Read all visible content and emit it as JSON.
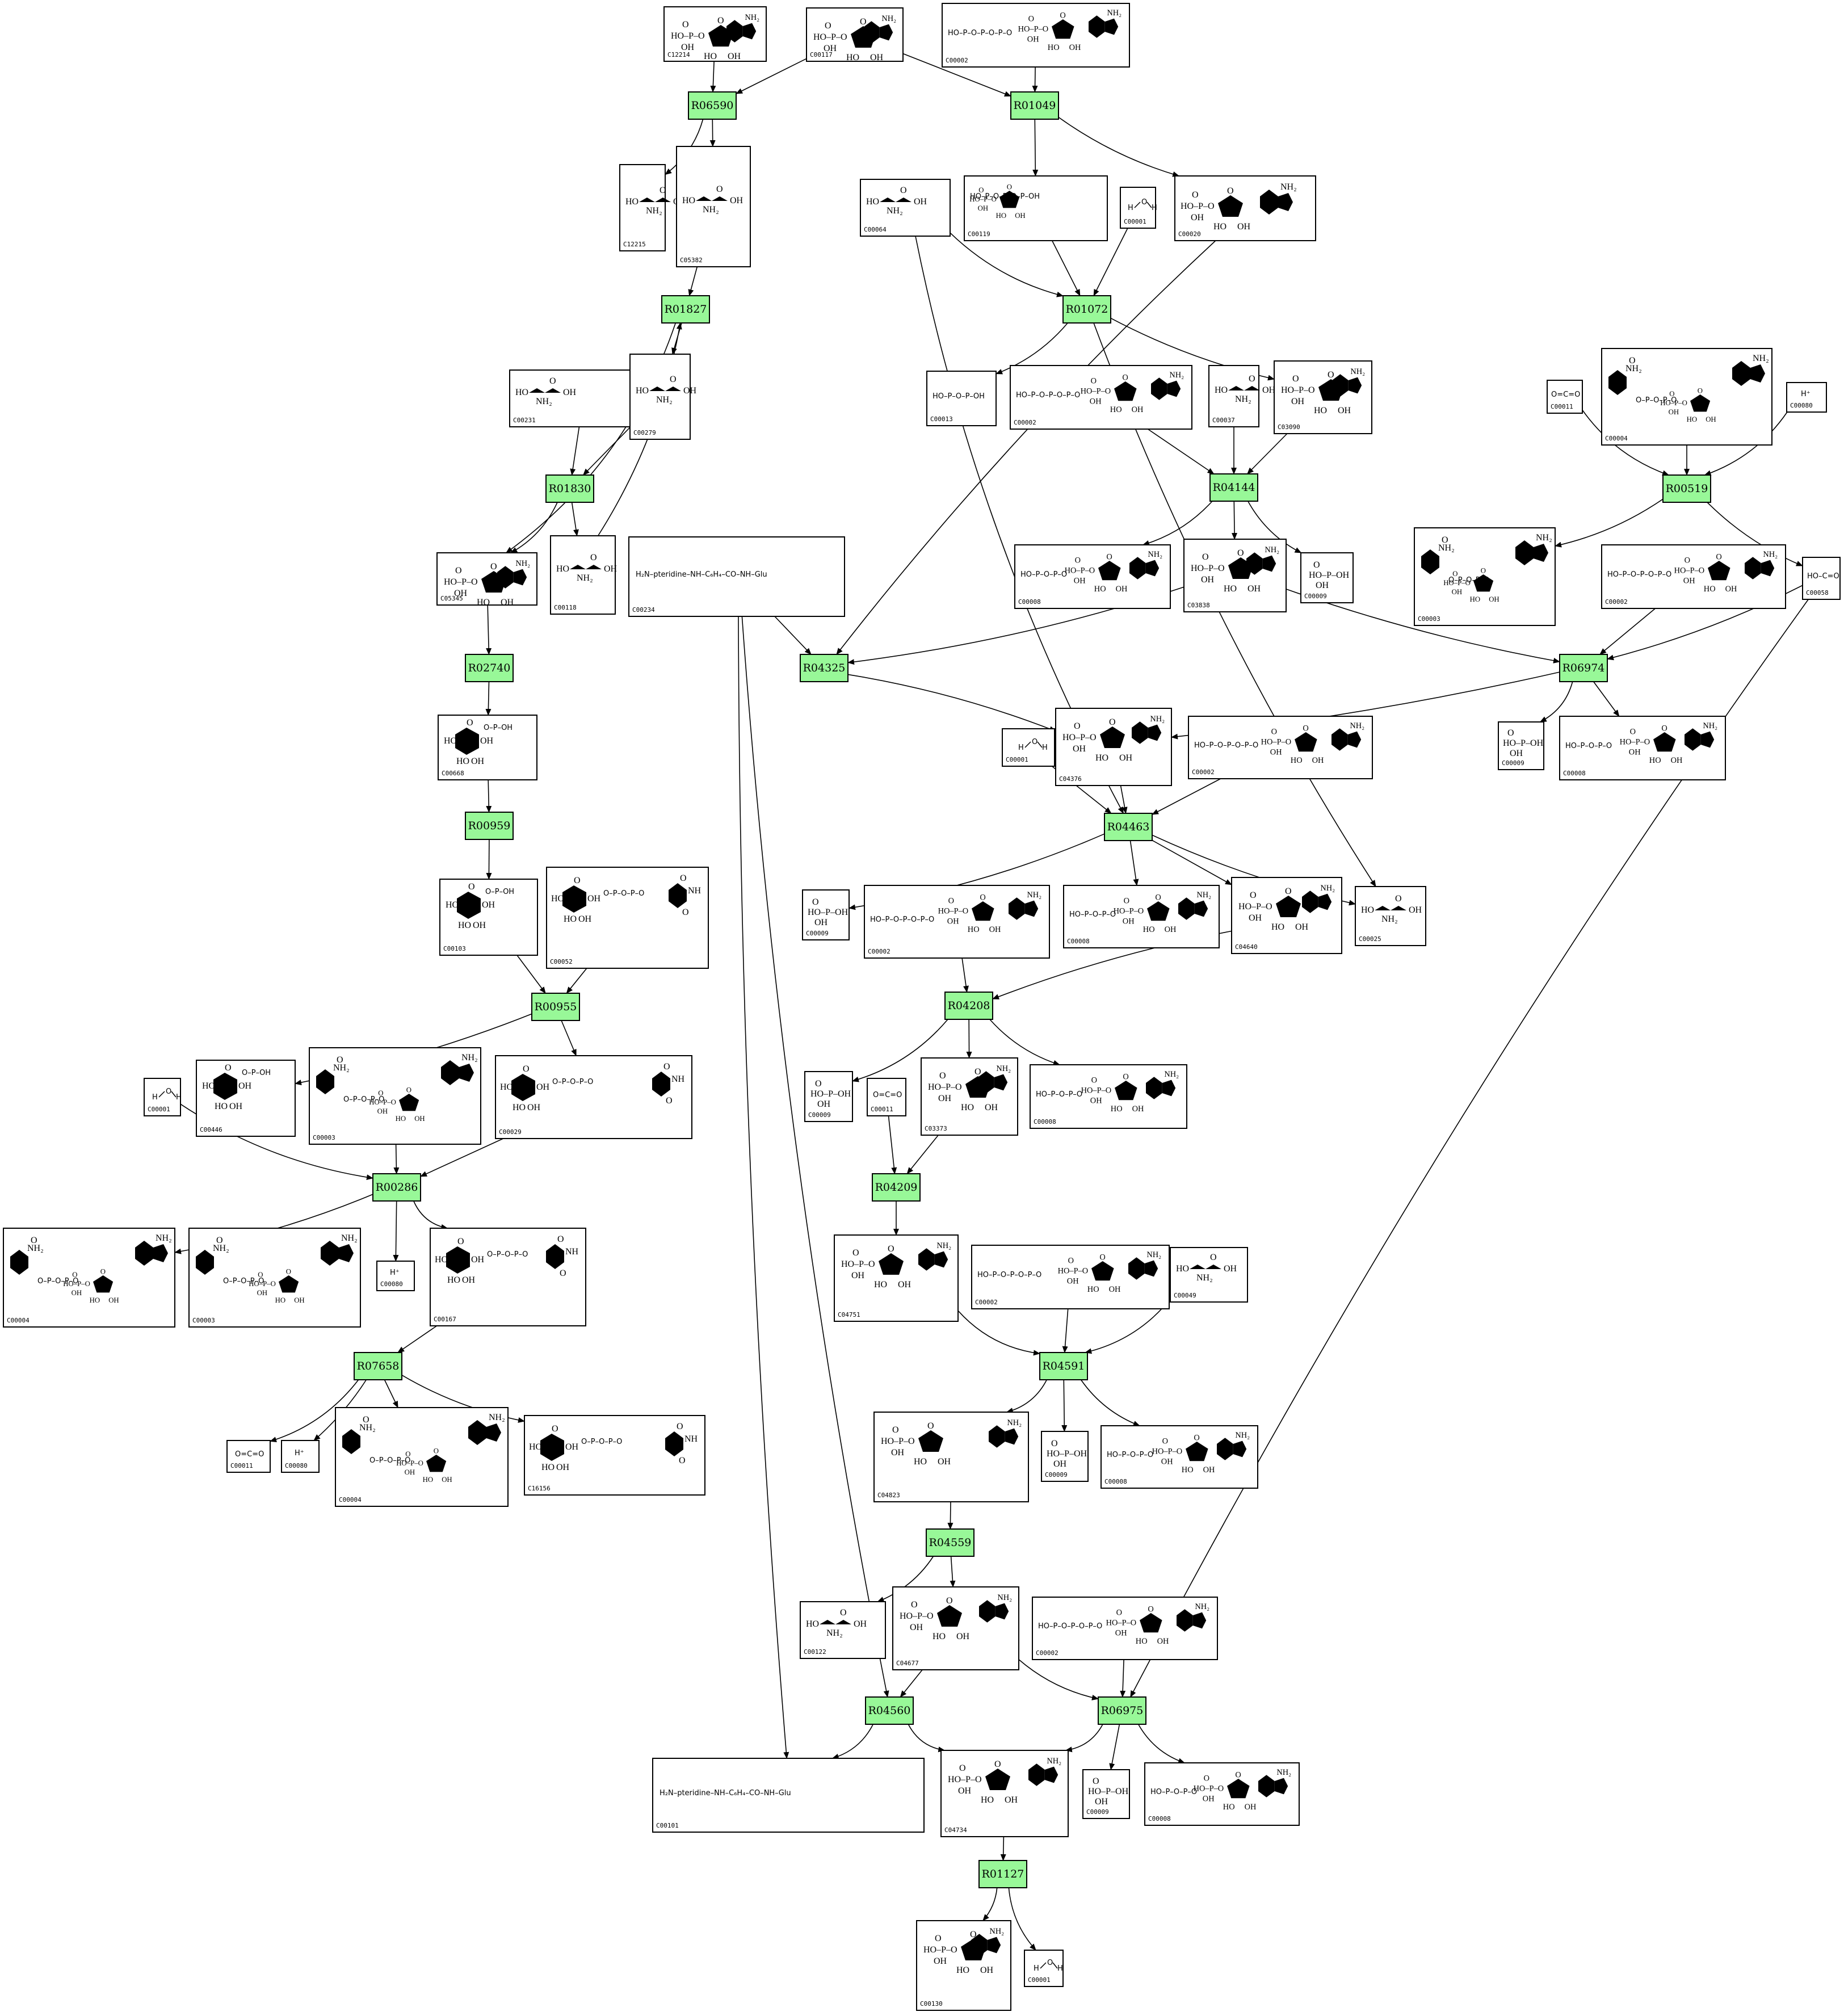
{
  "colors": {
    "reaction_fill": "#98f898",
    "compound_fill": "#ffffff",
    "stroke": "#000000"
  },
  "reactions": [
    {
      "id": "R06590"
    },
    {
      "id": "R01049"
    },
    {
      "id": "R01827"
    },
    {
      "id": "R01072"
    },
    {
      "id": "R01830"
    },
    {
      "id": "R04144"
    },
    {
      "id": "R00519"
    },
    {
      "id": "R02740"
    },
    {
      "id": "R04325"
    },
    {
      "id": "R06974"
    },
    {
      "id": "R00959"
    },
    {
      "id": "R04463"
    },
    {
      "id": "R00955"
    },
    {
      "id": "R04208"
    },
    {
      "id": "R00286"
    },
    {
      "id": "R04209"
    },
    {
      "id": "R07658"
    },
    {
      "id": "R04591"
    },
    {
      "id": "R04559"
    },
    {
      "id": "R04560"
    },
    {
      "id": "R06975"
    },
    {
      "id": "R01127"
    }
  ],
  "compounds": [
    {
      "id": "C12214"
    },
    {
      "id": "C00117"
    },
    {
      "id": "C00002"
    },
    {
      "id": "C12215"
    },
    {
      "id": "C05382"
    },
    {
      "id": "C00064"
    },
    {
      "id": "C00119"
    },
    {
      "id": "C00001"
    },
    {
      "id": "C00020"
    },
    {
      "id": "C00013"
    },
    {
      "id": "C00002"
    },
    {
      "id": "C00037"
    },
    {
      "id": "C03090"
    },
    {
      "id": "C00231"
    },
    {
      "id": "C00279"
    },
    {
      "id": "C00011"
    },
    {
      "id": "C00004"
    },
    {
      "id": "C00080"
    },
    {
      "id": "C05345"
    },
    {
      "id": "C00118"
    },
    {
      "id": "C00234"
    },
    {
      "id": "C00008"
    },
    {
      "id": "C03838"
    },
    {
      "id": "C00009"
    },
    {
      "id": "C00003"
    },
    {
      "id": "C00002"
    },
    {
      "id": "C00058"
    },
    {
      "id": "C00668"
    },
    {
      "id": "C00001"
    },
    {
      "id": "C04376"
    },
    {
      "id": "C00002"
    },
    {
      "id": "C00009"
    },
    {
      "id": "C00008"
    },
    {
      "id": "C00103"
    },
    {
      "id": "C00052"
    },
    {
      "id": "C00009"
    },
    {
      "id": "C00002"
    },
    {
      "id": "C00008"
    },
    {
      "id": "C04640"
    },
    {
      "id": "C00025"
    },
    {
      "id": "C00001"
    },
    {
      "id": "C00446"
    },
    {
      "id": "C00003"
    },
    {
      "id": "C00029"
    },
    {
      "id": "C00009"
    },
    {
      "id": "C00011"
    },
    {
      "id": "C03373"
    },
    {
      "id": "C00008"
    },
    {
      "id": "C00004"
    },
    {
      "id": "C00003"
    },
    {
      "id": "C00080"
    },
    {
      "id": "C00167"
    },
    {
      "id": "C04751"
    },
    {
      "id": "C00002"
    },
    {
      "id": "C00049"
    },
    {
      "id": "C00011"
    },
    {
      "id": "C00080"
    },
    {
      "id": "C00004"
    },
    {
      "id": "C16156"
    },
    {
      "id": "C04823"
    },
    {
      "id": "C00009"
    },
    {
      "id": "C00008"
    },
    {
      "id": "C00122"
    },
    {
      "id": "C04677"
    },
    {
      "id": "C00002"
    },
    {
      "id": "C00101"
    },
    {
      "id": "C04734"
    },
    {
      "id": "C00009"
    },
    {
      "id": "C00008"
    },
    {
      "id": "C00130"
    },
    {
      "id": "C00001"
    }
  ]
}
